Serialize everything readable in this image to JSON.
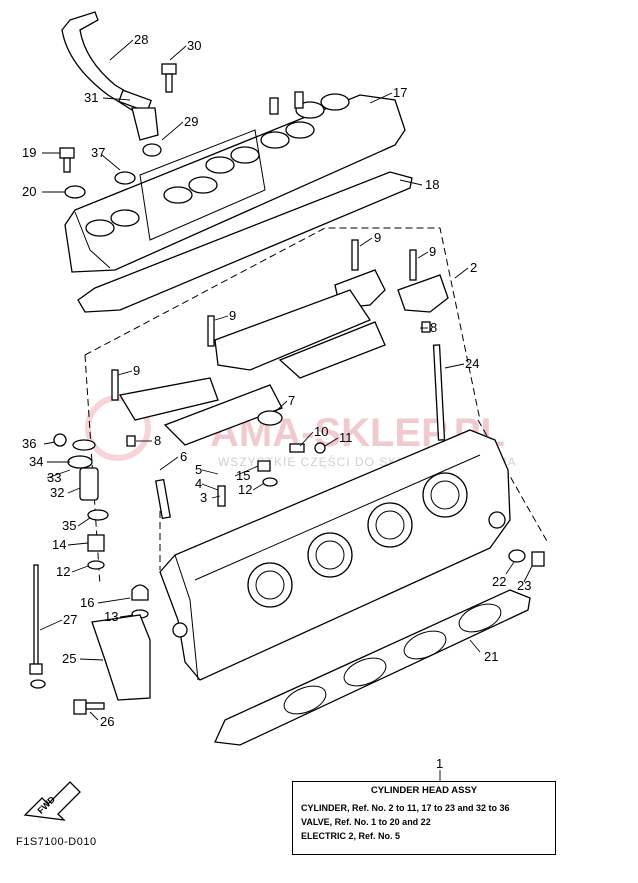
{
  "watermark": {
    "brand": "AMA-SKLEP.PL",
    "tagline": "WSZYSTKIE CZĘŚCI DO SKUTERÓW YAMAHA"
  },
  "callouts": [
    {
      "id": "28",
      "label": "28"
    },
    {
      "id": "30",
      "label": "30"
    },
    {
      "id": "31",
      "label": "31"
    },
    {
      "id": "17",
      "label": "17"
    },
    {
      "id": "29",
      "label": "29"
    },
    {
      "id": "19",
      "label": "19"
    },
    {
      "id": "37",
      "label": "37"
    },
    {
      "id": "20",
      "label": "20"
    },
    {
      "id": "18",
      "label": "18"
    },
    {
      "id": "9a",
      "label": "9"
    },
    {
      "id": "9b",
      "label": "9"
    },
    {
      "id": "2",
      "label": "2"
    },
    {
      "id": "8a",
      "label": "8"
    },
    {
      "id": "9c",
      "label": "9"
    },
    {
      "id": "9d",
      "label": "9"
    },
    {
      "id": "24",
      "label": "24"
    },
    {
      "id": "7",
      "label": "7"
    },
    {
      "id": "36",
      "label": "36"
    },
    {
      "id": "8b",
      "label": "8"
    },
    {
      "id": "10",
      "label": "10"
    },
    {
      "id": "11",
      "label": "11"
    },
    {
      "id": "34",
      "label": "34"
    },
    {
      "id": "6",
      "label": "6"
    },
    {
      "id": "33",
      "label": "33"
    },
    {
      "id": "5",
      "label": "5"
    },
    {
      "id": "15",
      "label": "15"
    },
    {
      "id": "4",
      "label": "4"
    },
    {
      "id": "12a",
      "label": "12"
    },
    {
      "id": "32",
      "label": "32"
    },
    {
      "id": "3",
      "label": "3"
    },
    {
      "id": "35",
      "label": "35"
    },
    {
      "id": "14",
      "label": "14"
    },
    {
      "id": "12b",
      "label": "12"
    },
    {
      "id": "22",
      "label": "22"
    },
    {
      "id": "23",
      "label": "23"
    },
    {
      "id": "16",
      "label": "16"
    },
    {
      "id": "13",
      "label": "13"
    },
    {
      "id": "27",
      "label": "27"
    },
    {
      "id": "21",
      "label": "21"
    },
    {
      "id": "25",
      "label": "25"
    },
    {
      "id": "26",
      "label": "26"
    },
    {
      "id": "1",
      "label": "1"
    }
  ],
  "legend": {
    "title": "CYLINDER HEAD ASSY",
    "lines": [
      "CYLINDER, Ref. No. 2 to 11, 17 to 23 and 32 to 36",
      "VALVE, Ref. No. 1 to 20 and 22",
      "ELECTRIC 2, Ref. No. 5"
    ]
  },
  "fwd_arrow": "FWD",
  "figure_code": "F1S7100-D010"
}
